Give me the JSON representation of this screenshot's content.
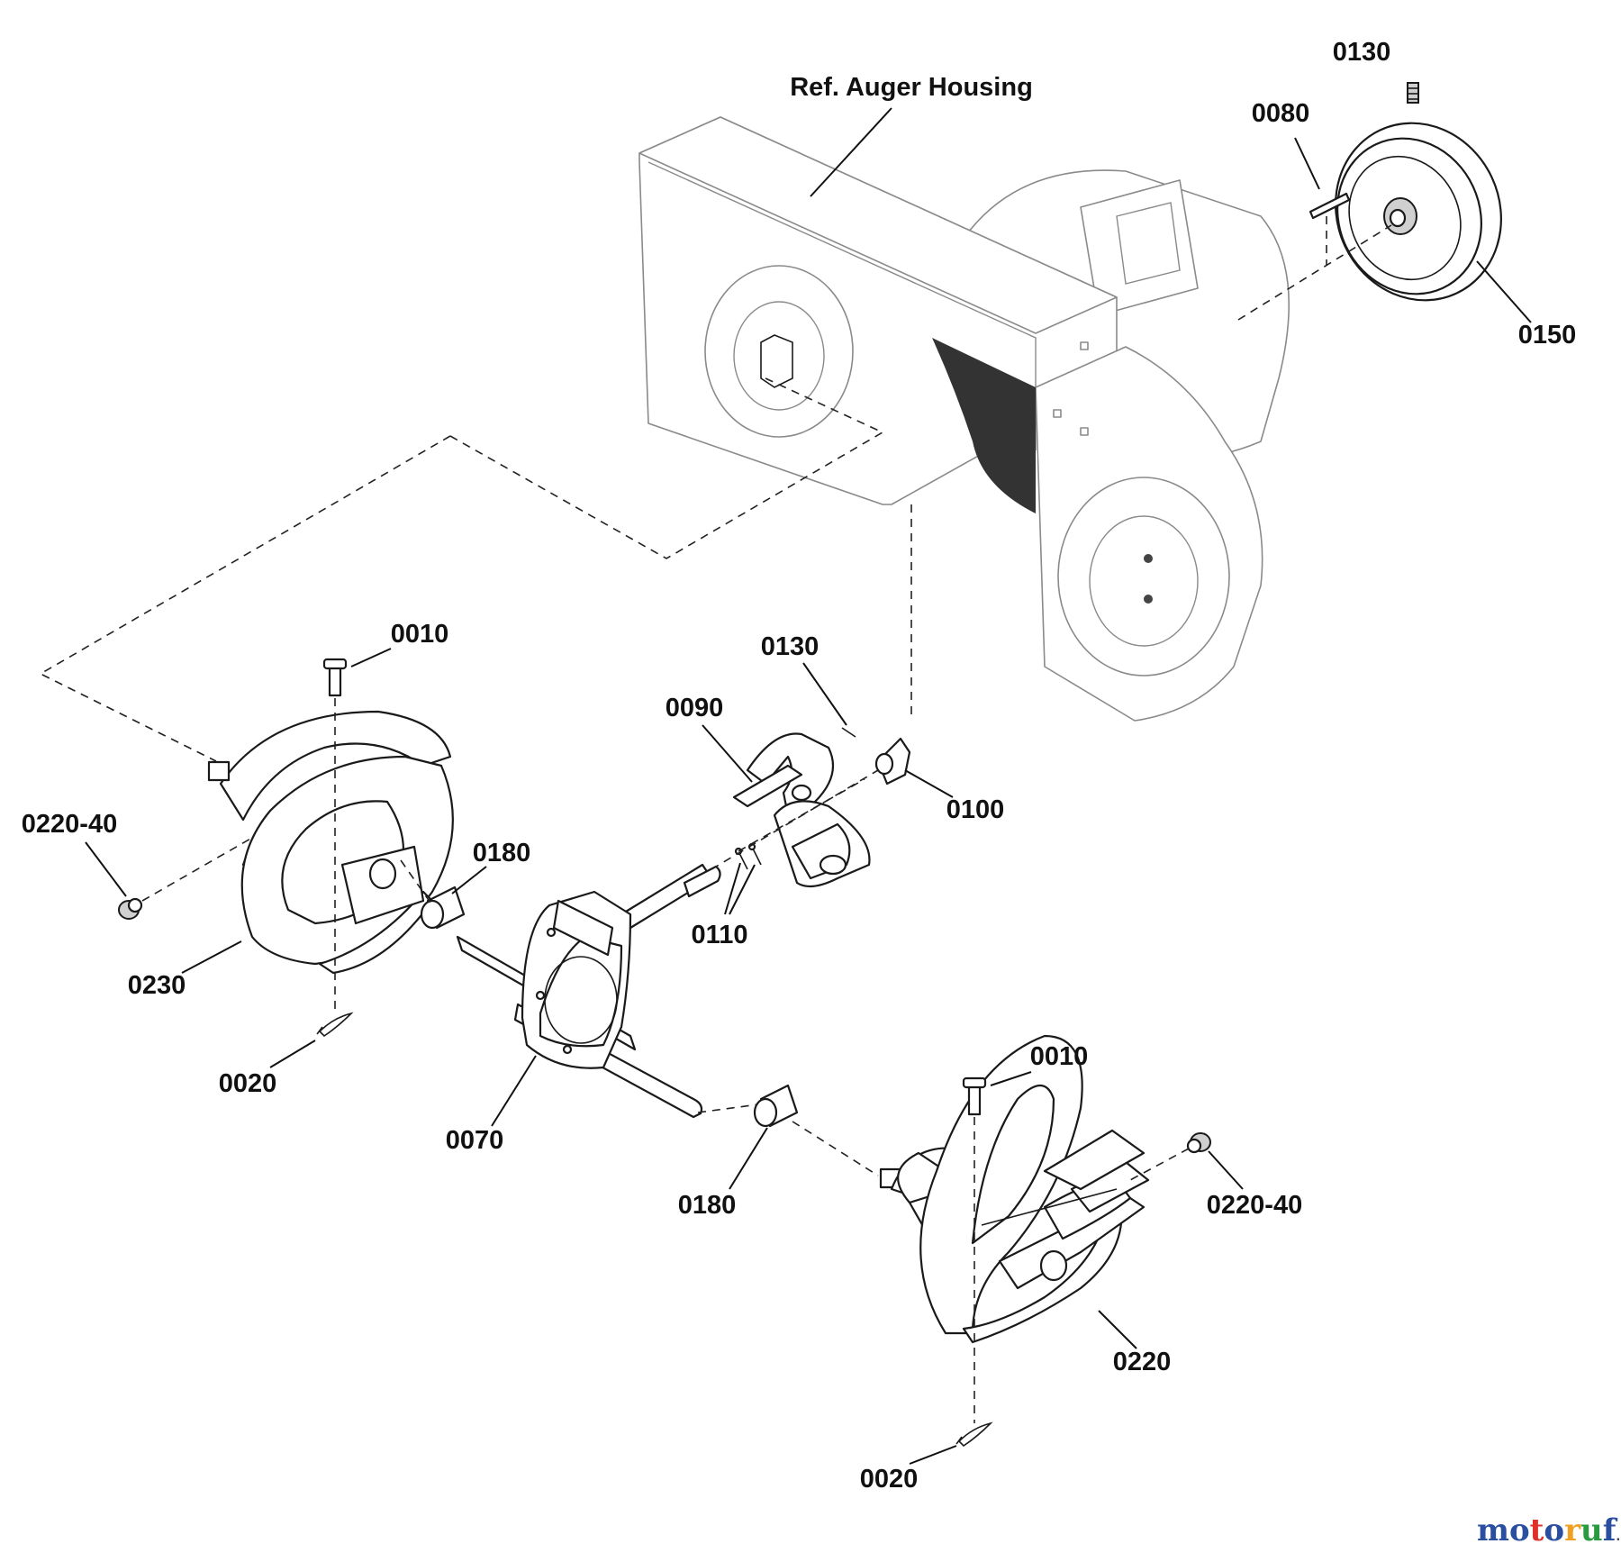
{
  "diagram": {
    "housing_label": "Ref. Auger Housing",
    "labels": {
      "top_0130": "0130",
      "top_0080": "0080",
      "top_0150": "0150",
      "left_0010": "0010",
      "mid_0130": "0130",
      "mid_0090": "0090",
      "mid_0100": "0100",
      "left_0220_40": "0220-40",
      "left_0180": "0180",
      "mid_0110": "0110",
      "left_0230": "0230",
      "left_0020": "0020",
      "mid_0070": "0070",
      "right_0010": "0010",
      "right_0220_40": "0220-40",
      "right_0180": "0180",
      "right_0220": "0220",
      "right_0020": "0020"
    }
  },
  "watermark": {
    "brand_letters": [
      "m",
      "o",
      "t",
      "o",
      "r",
      "u",
      "f"
    ],
    "brand_colors": [
      "#2a4fa0",
      "#2a4fa0",
      "#e0302a",
      "#2a4fa0",
      "#f0a020",
      "#2a9a40",
      "#2a4fa0"
    ],
    "suffix": ".de"
  }
}
